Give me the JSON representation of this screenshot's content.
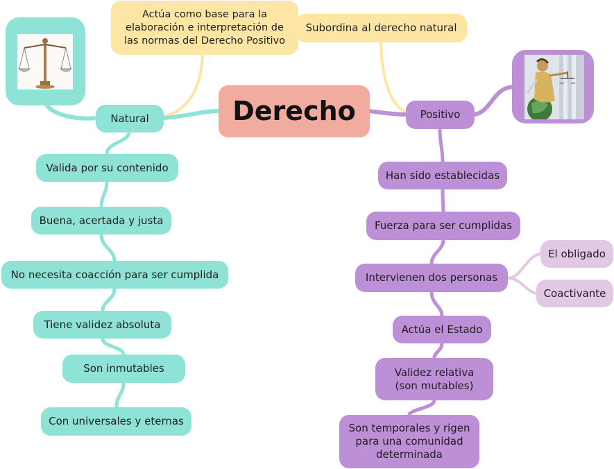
{
  "colors": {
    "natural": "#8ee3d6",
    "positivo": "#bd8fd6",
    "positivo_sub": "#e3c8e6",
    "yellow": "#fde5a3",
    "center": "#f1ab9f"
  },
  "center": {
    "label": "Derecho"
  },
  "natural": {
    "label": "Natural",
    "image_icon": "balance-scale-icon",
    "items": [
      "Valida por su contenido",
      "Buena, acertada y justa",
      "No necesita coacción para ser cumplida",
      "Tiene validez absoluta",
      "Son inmutables",
      "Con universales y eternas"
    ]
  },
  "positivo": {
    "label": "Positivo",
    "image_icon": "lady-justice-icon",
    "items": [
      "Han sido establecidas",
      "Fuerza para ser cumplidas",
      "Intervienen dos personas",
      "Actúa el Estado",
      "Validez relativa\n(son mutables)",
      "Son temporales y rigen\npara una comunidad\ndeterminada"
    ],
    "persons": [
      "El obligado",
      "Coactivante"
    ]
  },
  "notes": {
    "base": "Actúa como base para la\nelaboración e interpretación de\nlas normas del Derecho Positivo",
    "subordina": "Subordina al derecho natural"
  }
}
